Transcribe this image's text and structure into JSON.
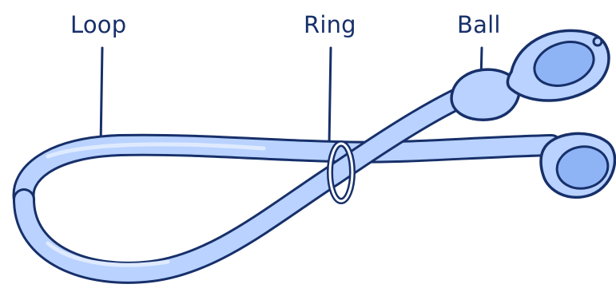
{
  "labels": {
    "loop": "Loop",
    "ring": "Ring",
    "ball": "Ball"
  },
  "colors": {
    "outline": "#17306a",
    "fill": "#b9d2ff",
    "fill_dark": "#8fb4f6",
    "highlight": "#dfeaff"
  }
}
